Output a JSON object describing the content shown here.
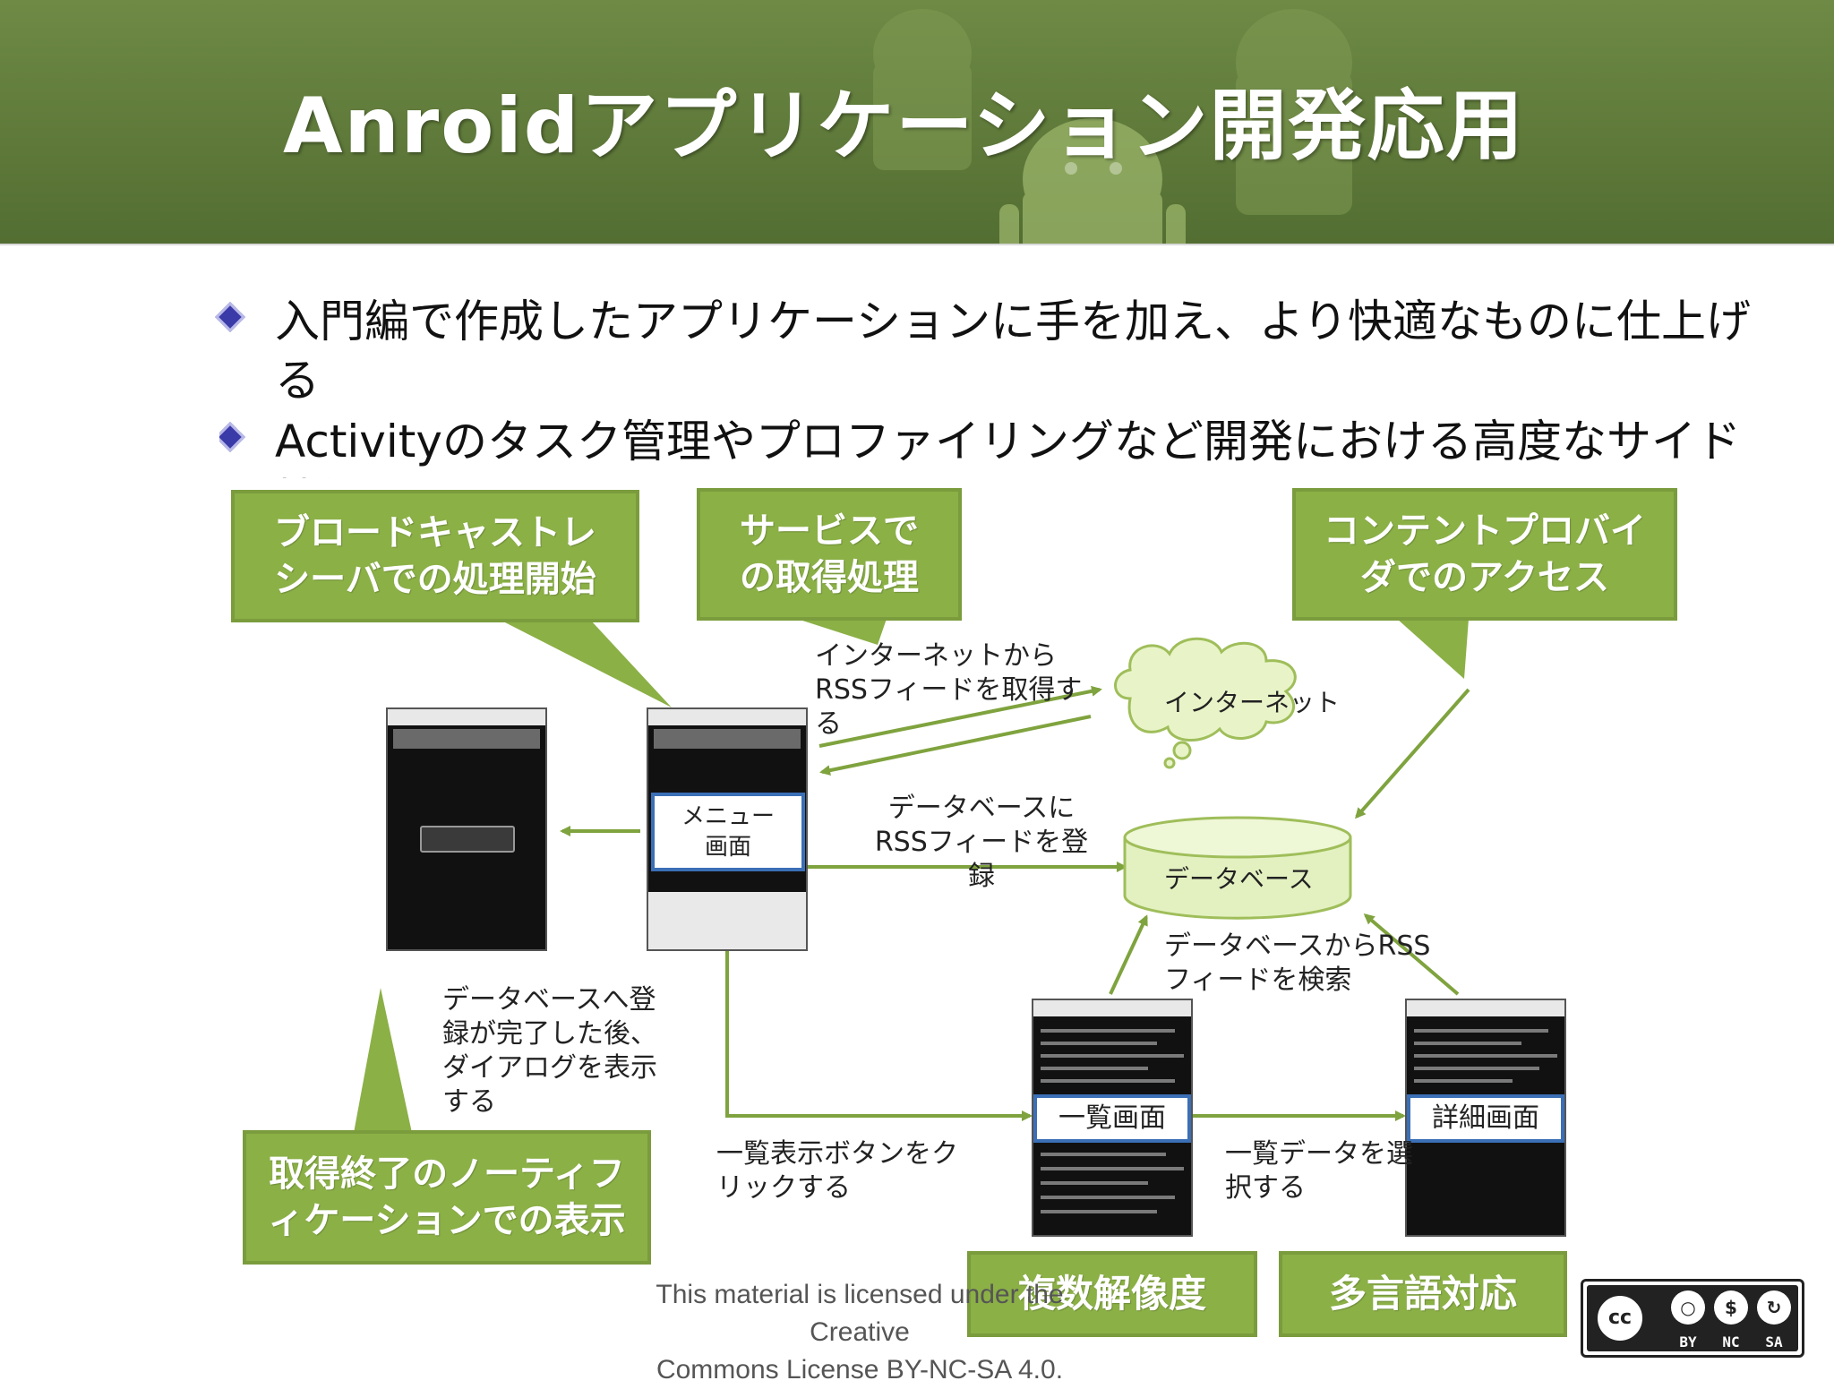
{
  "slide": {
    "title": "Anroidアプリケーション開発応用",
    "bullets": [
      "入門編で作成したアプリケーションに手を加え、より快適なものに仕上げる",
      "Activityのタスク管理やプロファイリングなど開発における高度なサイド技術の習得"
    ]
  },
  "diagram": {
    "callouts": {
      "broadcast": "ブロードキャストレシーバでの処理開始",
      "service": "サービスでの取得処理",
      "provider": "コンテントプロバイダでのアクセス",
      "notification": "取得終了のノーティフィケーションでの表示",
      "multi_resolution": "複数解像度",
      "multi_language": "多言語対応"
    },
    "screens": {
      "menu": "メニュー画面",
      "list": "一覧画面",
      "detail": "詳細画面"
    },
    "nodes": {
      "internet": "インターネット",
      "database": "データベース"
    },
    "labels": {
      "fetch_rss": "インターネットからRSSフィードを取得する",
      "register_db": "データベースにRSSフィードを登録",
      "search_db": "データベースからRSSフィードを検索",
      "dialog_after_register": "データベースへ登録が完了した後、ダイアログを表示する",
      "click_list_button": "一覧表示ボタンをクリックする",
      "select_list_data": "一覧データを選択する"
    }
  },
  "license": {
    "line1": "This material is licensed under the Creative",
    "line2": "Commons License BY-NC-SA 4.0.",
    "badge_cc": "cc",
    "badge_by": "BY",
    "badge_nc": "NC",
    "badge_sa": "SA"
  },
  "colors": {
    "header_green": "#5f7a3a",
    "callout_green": "#8bb046",
    "screen_highlight": "#3b6fb6",
    "bullet_mark": "#3a3aa8",
    "arrow_green": "#7fa33e"
  }
}
